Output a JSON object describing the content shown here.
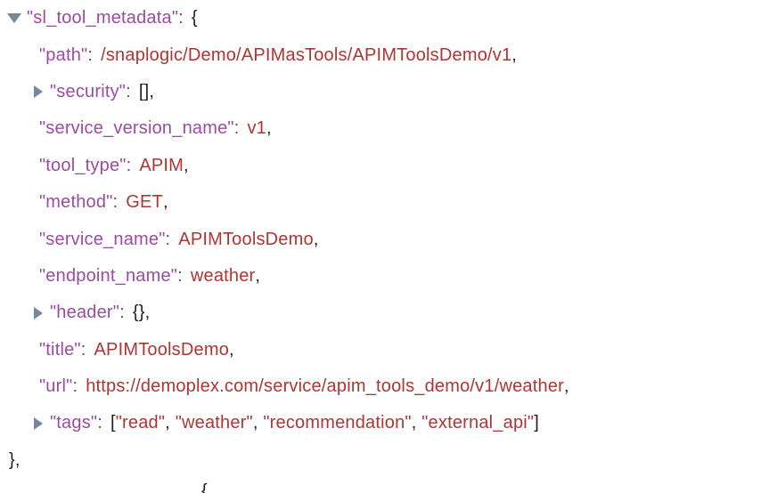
{
  "colors": {
    "background": "#ffffff",
    "key": "#9C4BA2",
    "value": "#B03532",
    "punct": "#1f1f1f",
    "colon": "#58585c",
    "toggle": "#74889A"
  },
  "icons": {
    "expanded": "triangle-down-icon",
    "collapsed": "triangle-right-icon"
  },
  "tree": {
    "rows": [
      {
        "kind": "object_open",
        "level": 0,
        "toggle": "expanded",
        "key": "sl_tool_metadata",
        "open_brace": "{"
      },
      {
        "kind": "pair",
        "level": 1,
        "key": "path",
        "value": "/snaplogic/Demo/APIMasTools/APIMToolsDemo/v1",
        "comma": ","
      },
      {
        "kind": "collapsed_preview",
        "level": 1,
        "toggle": "collapsed",
        "key": "security",
        "preview": "[]",
        "comma": ","
      },
      {
        "kind": "pair",
        "level": 1,
        "key": "service_version_name",
        "value": "v1",
        "comma": ","
      },
      {
        "kind": "pair",
        "level": 1,
        "key": "tool_type",
        "value": "APIM",
        "comma": ","
      },
      {
        "kind": "pair",
        "level": 1,
        "key": "method",
        "value": "GET",
        "comma": ","
      },
      {
        "kind": "pair",
        "level": 1,
        "key": "service_name",
        "value": "APIMToolsDemo",
        "comma": ","
      },
      {
        "kind": "pair",
        "level": 1,
        "key": "endpoint_name",
        "value": "weather",
        "comma": ","
      },
      {
        "kind": "collapsed_preview",
        "level": 1,
        "toggle": "collapsed",
        "key": "header",
        "preview": "{}",
        "comma": ","
      },
      {
        "kind": "pair",
        "level": 1,
        "key": "title",
        "value": "APIMToolsDemo",
        "comma": ","
      },
      {
        "kind": "pair",
        "level": 1,
        "key": "url",
        "value": "https://demoplex.com/service/apim_tools_demo/v1/weather",
        "comma": ","
      },
      {
        "kind": "array_preview",
        "level": 1,
        "toggle": "collapsed",
        "key": "tags",
        "open_bracket": "[",
        "items": [
          "read",
          "weather",
          "recommendation",
          "external_api"
        ],
        "separator": ", ",
        "close_bracket": "]",
        "comma": ""
      },
      {
        "kind": "close",
        "level": 0,
        "text": "},"
      },
      {
        "kind": "partial_open",
        "text": "{"
      }
    ]
  }
}
